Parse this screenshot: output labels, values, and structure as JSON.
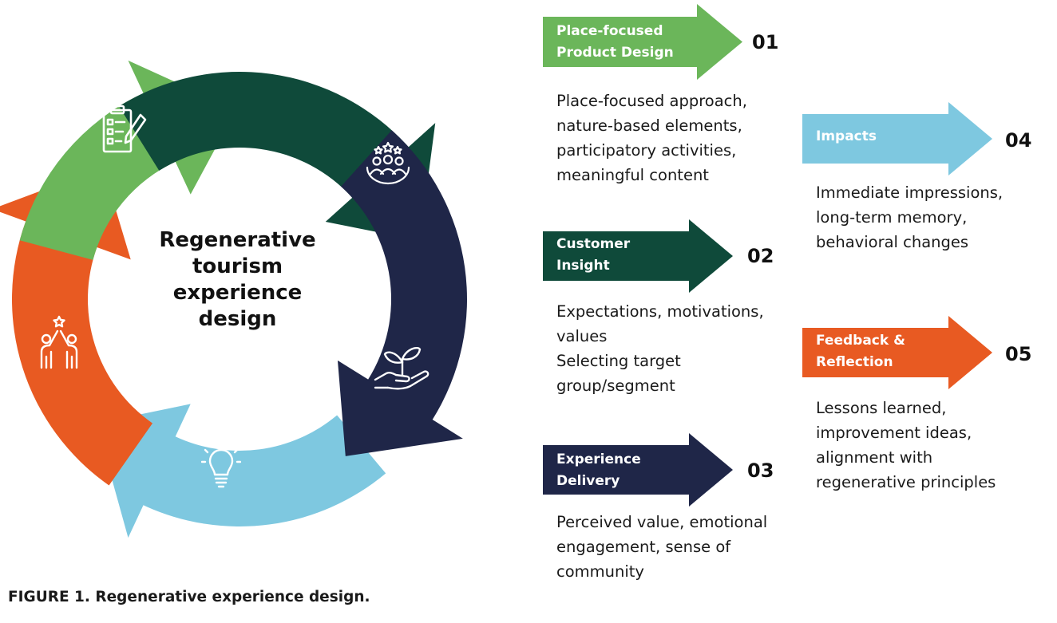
{
  "diagram": {
    "center_title": "Regenerative tourism experience design",
    "colors": {
      "green": "#6bb65a",
      "dark_green": "#0f4a3a",
      "navy": "#1f2648",
      "light_blue": "#7ec8e0",
      "orange": "#e85a22"
    },
    "cycle_icons": [
      "clipboard-icon",
      "community-stars-icon",
      "hand-sprout-icon",
      "lightbulb-icon",
      "high-five-icon"
    ]
  },
  "steps": [
    {
      "number": "01",
      "label": "Place-focused Product Design",
      "label_lines": [
        "Place-focused",
        "Product Design"
      ],
      "color": "#6bb65a",
      "description_lines": [
        "Place-focused approach,",
        "nature-based elements,",
        "participatory activities,",
        "meaningful content"
      ]
    },
    {
      "number": "02",
      "label": "Customer Insight",
      "label_lines": [
        "Customer",
        "Insight"
      ],
      "color": "#0f4a3a",
      "description_lines": [
        "Expectations, motivations,",
        "values",
        "Selecting target",
        "group/segment"
      ]
    },
    {
      "number": "03",
      "label": "Experience Delivery",
      "label_lines": [
        "Experience",
        "Delivery"
      ],
      "color": "#1f2648",
      "description_lines": [
        "Perceived value, emotional",
        "engagement, sense of",
        "community"
      ]
    },
    {
      "number": "04",
      "label": "Impacts",
      "label_lines": [
        "Impacts"
      ],
      "color": "#7ec8e0",
      "description_lines": [
        "Immediate impressions,",
        "long-term memory,",
        "behavioral changes"
      ]
    },
    {
      "number": "05",
      "label": "Feedback & Reflection",
      "label_lines": [
        "Feedback &",
        "Reflection"
      ],
      "color": "#e85a22",
      "description_lines": [
        "Lessons learned,",
        "improvement ideas,",
        "alignment with",
        "regenerative principles"
      ]
    }
  ],
  "caption": "FIGURE 1. Regenerative experience design."
}
